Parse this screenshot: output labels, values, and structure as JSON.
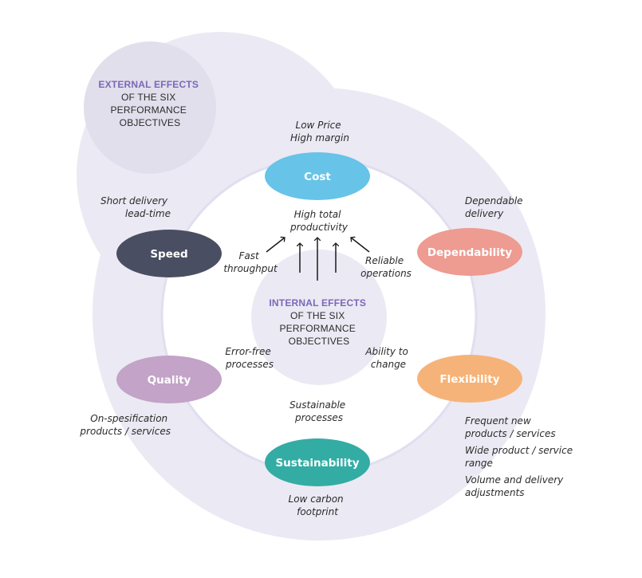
{
  "external_title": {
    "line1": "EXTERNAL EFFECTS",
    "line2": "OF THE SIX",
    "line3": "PERFORMANCE",
    "line4": "OBJECTIVES"
  },
  "internal_title": {
    "line1": "INTERNAL EFFECTS",
    "line2": "OF THE SIX",
    "line3": "PERFORMANCE",
    "line4": "OBJECTIVES"
  },
  "objectives": {
    "cost": {
      "label": "Cost",
      "color": "#67c3e8"
    },
    "speed": {
      "label": "Speed",
      "color": "#4a4e63"
    },
    "dependability": {
      "label": "Dependability",
      "color": "#ee9b91"
    },
    "flexibility": {
      "label": "Flexibility",
      "color": "#f6b379"
    },
    "quality": {
      "label": "Quality",
      "color": "#c3a3c7"
    },
    "sustainability": {
      "label": "Sustainability",
      "color": "#33aca4"
    }
  },
  "external_effects": {
    "cost": [
      "Low Price",
      "High margin"
    ],
    "speed": [
      "Short delivery",
      "lead-time"
    ],
    "dependability": [
      "Dependable",
      "delivery"
    ],
    "quality": [
      "On-spesification",
      "products / services"
    ],
    "sustainability": [
      "Low carbon",
      "footprint"
    ],
    "flexibility_1": [
      "Frequent new",
      "products / services"
    ],
    "flexibility_2": [
      "Wide product / service",
      "range"
    ],
    "flexibility_3": [
      "Volume and delivery",
      "adjustments"
    ]
  },
  "internal_effects": {
    "productivity": [
      "High total",
      "productivity"
    ],
    "speed": [
      "Fast",
      "throughput"
    ],
    "dependability": [
      "Reliable",
      "operations"
    ],
    "quality": [
      "Error-free",
      "processes"
    ],
    "flexibility": [
      "Ability to",
      "change"
    ],
    "sustainability": [
      "Sustainable",
      "processes"
    ]
  },
  "colors": {
    "outer_region": "#ebe9f3",
    "inner_region": "#ffffff",
    "ring": "#e1def0",
    "title_accent": "#7b68b8"
  }
}
